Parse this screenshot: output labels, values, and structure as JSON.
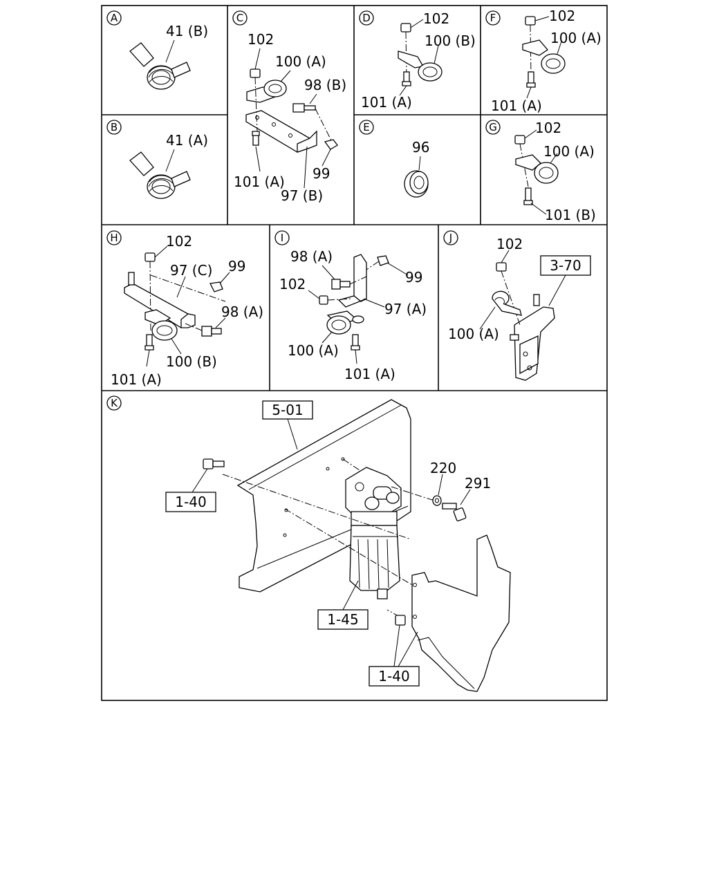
{
  "panels": {
    "A": {
      "letter": "A",
      "parts": [
        "41 (B)"
      ]
    },
    "B": {
      "letter": "B",
      "parts": [
        "41 (A)"
      ]
    },
    "C": {
      "letter": "C",
      "parts": [
        "102",
        "100 (A)",
        "98 (B)",
        "101 (A)",
        "99",
        "97 (B)"
      ]
    },
    "D": {
      "letter": "D",
      "parts": [
        "102",
        "100 (B)",
        "101 (A)"
      ]
    },
    "E": {
      "letter": "E",
      "parts": [
        "96"
      ]
    },
    "F": {
      "letter": "F",
      "parts": [
        "102",
        "100 (A)",
        "101 (A)"
      ]
    },
    "G": {
      "letter": "G",
      "parts": [
        "102",
        "100 (A)",
        "101 (B)"
      ]
    },
    "H": {
      "letter": "H",
      "parts": [
        "102",
        "97 (C)",
        "99",
        "98 (A)",
        "100 (B)",
        "101 (A)"
      ]
    },
    "I": {
      "letter": "I",
      "parts": [
        "98 (A)",
        "99",
        "102",
        "97 (A)",
        "100 (A)",
        "101 (A)"
      ]
    },
    "J": {
      "letter": "J",
      "parts": [
        "102",
        "3-70",
        "100 (A)"
      ]
    },
    "K": {
      "letter": "K",
      "parts": [
        "5-01",
        "1-40",
        "220",
        "291",
        "1-45",
        "1-40"
      ]
    }
  }
}
